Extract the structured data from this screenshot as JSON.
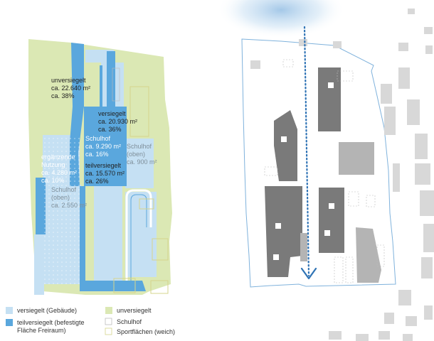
{
  "colors": {
    "sealed_buildings": "#c5e0f3",
    "partially_sealed": "#5aa7dd",
    "unsealed": "#dbe8b4",
    "sport_outline": "#d6d48c",
    "building_dark": "#7a7a7a",
    "building_light": "#b4b4b4",
    "arrow": "#2f73b5",
    "site_outline": "#7fb2dc"
  },
  "plan_labels": {
    "unsealed": [
      "unversiegelt",
      "ca. 22.640 m²",
      "ca. 38%"
    ],
    "sealed": [
      "versiegelt",
      "ca. 20.930 m²",
      "ca. 36%"
    ],
    "schoolyard": [
      "Schulhof",
      "ca. 9.290 m²",
      "ca. 16%"
    ],
    "schoolyard_upper": [
      "Schulhof",
      "(oben)",
      "ca. 900 m²"
    ],
    "additional_use": [
      "ergänzende",
      "Nutzung",
      "ca. 4.280 m²",
      "ca. 10%"
    ],
    "partially_sealed": [
      "teilversiegelt",
      "ca. 15.570 m²",
      "ca. 26%"
    ],
    "schoolyard_upper_2": [
      "Schulhof",
      "(oben)",
      "ca. 2.550 m²"
    ]
  },
  "legend": {
    "sealed_buildings": "versiegelt (Gebäude)",
    "partially_sealed": [
      "teilversiegelt (befestigte",
      "Fläche Freiraum)"
    ],
    "unsealed": "unversiegelt",
    "schoolyard": "Schulhof",
    "sport_areas": "Sportflächen (weich)"
  },
  "icons": {
    "flow_arrow": "dotted-arrow-down-icon",
    "cold_air_source": "gradient-blob-icon"
  }
}
